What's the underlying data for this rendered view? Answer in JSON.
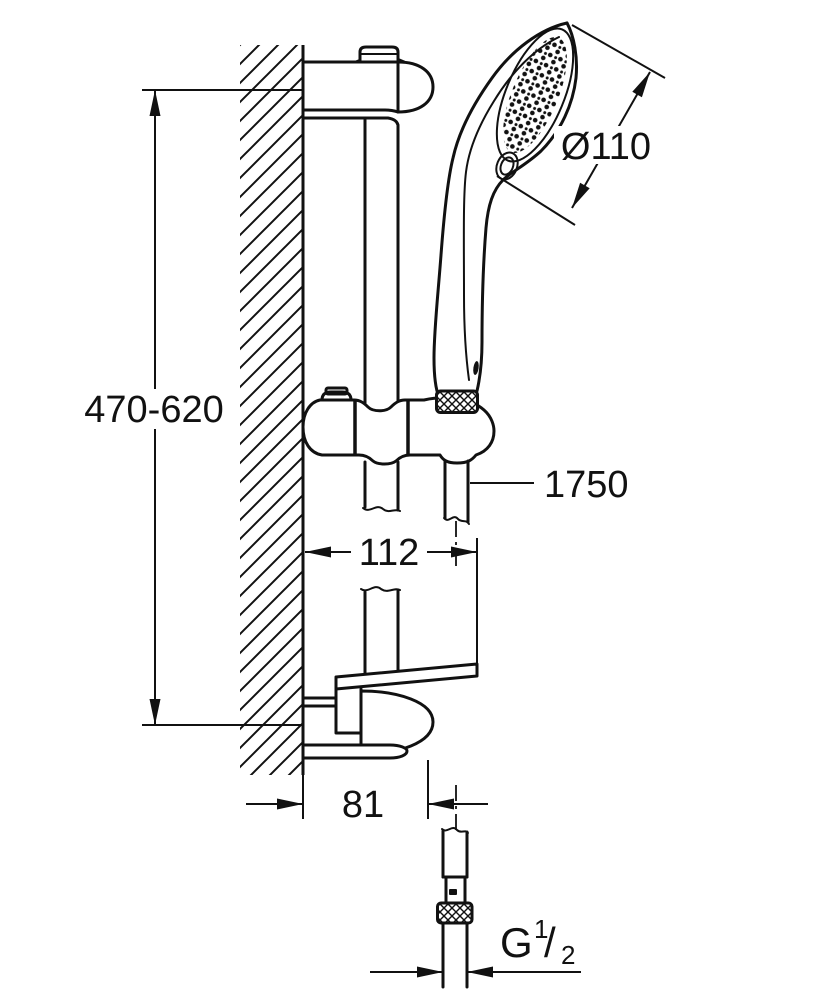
{
  "page": {
    "background": "#ffffff",
    "ink": "#111111"
  },
  "drawing": {
    "kind": "technical dimension drawing",
    "subject": "hand shower set: wall-mounted slide rail with holder, hand shower and hose"
  },
  "dimensions": {
    "rail_mounting_height": "470-620",
    "head_diameter": "Ø110",
    "hose_length": "1750",
    "wall_to_rail_offset": "112",
    "wall_to_bracket_offset": "81",
    "thread": {
      "g": "G",
      "sup": "1",
      "slash": "/",
      "sub": "2"
    }
  }
}
